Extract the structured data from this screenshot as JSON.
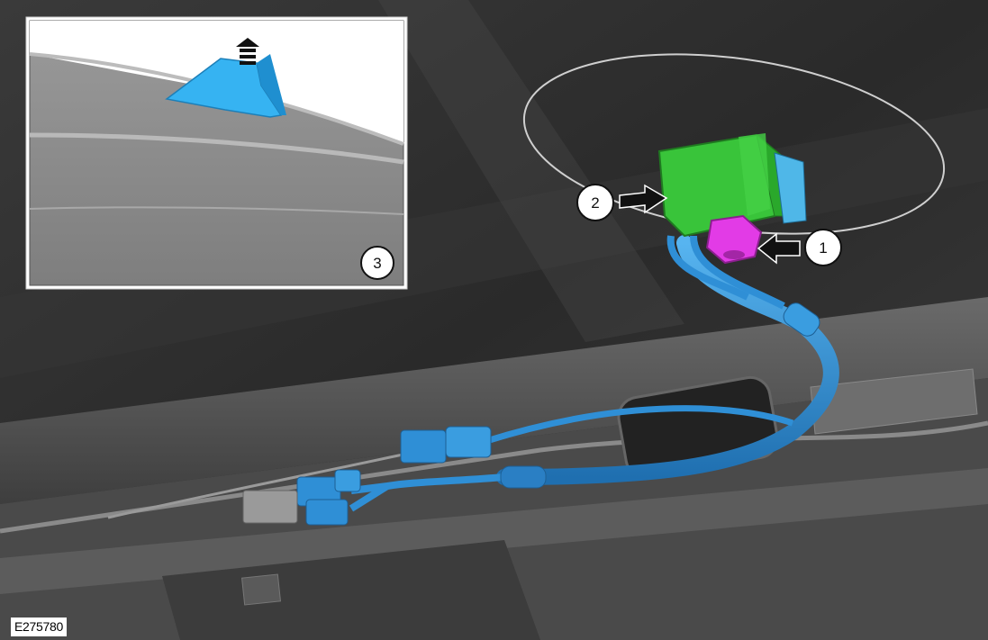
{
  "figure": {
    "id": "E275780",
    "inset_label": "3",
    "callouts": [
      {
        "label": "1",
        "part": "nut"
      },
      {
        "label": "2",
        "part": "antenna-connector"
      }
    ]
  },
  "colors": {
    "background": "#2e2e2e",
    "wiring": "#2f8fd6",
    "connector_body": "#39c43a",
    "nut": "#e23be6",
    "antenna_fin": "#36b3f2",
    "inset_background": "#8a8a8a"
  }
}
